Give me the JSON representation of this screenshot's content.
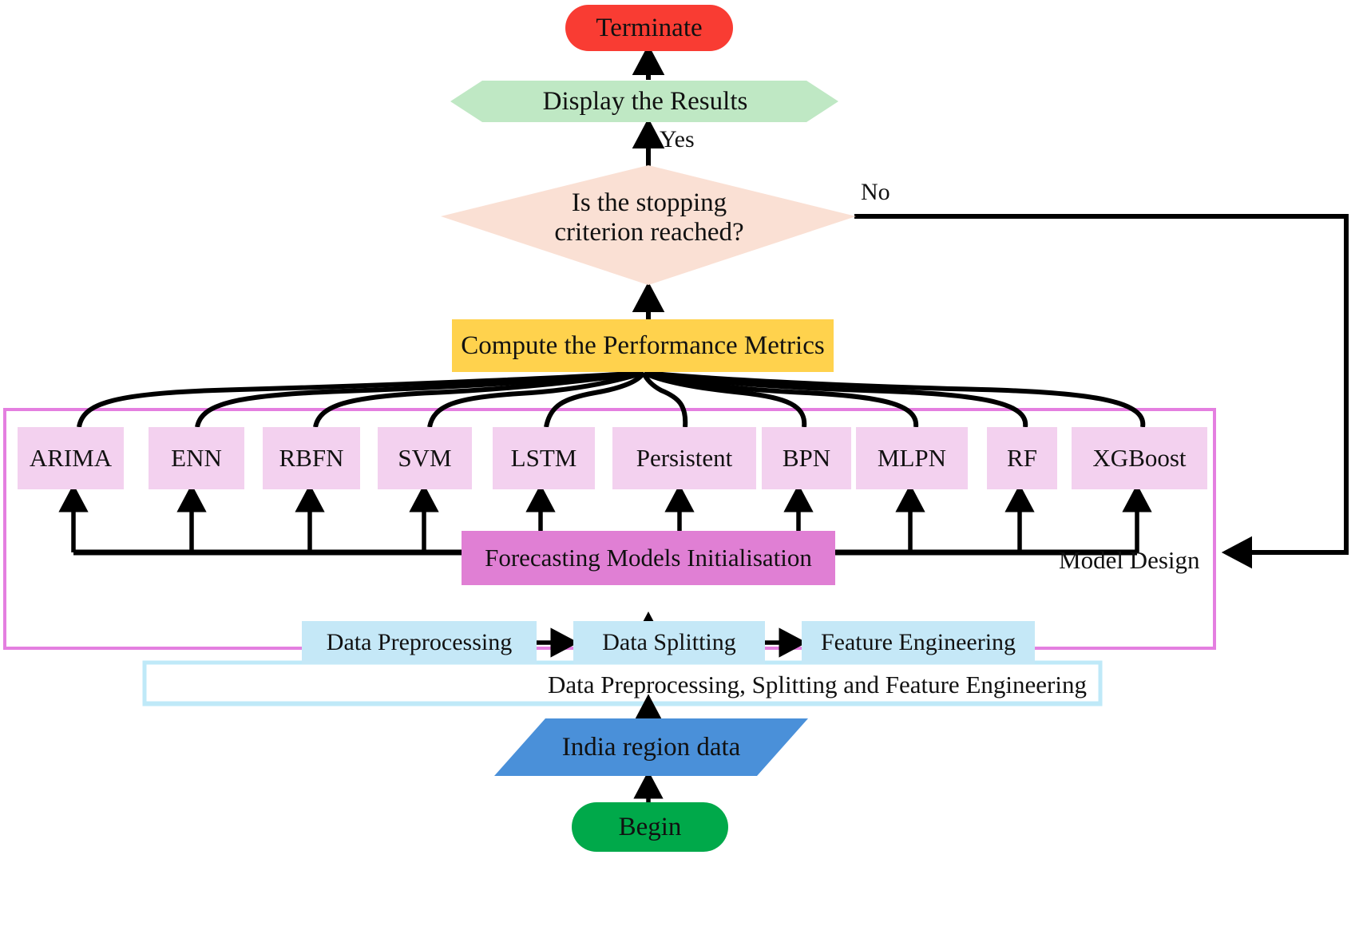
{
  "diagram": {
    "title_present": false,
    "colors": {
      "terminate_fill": "#f93c33",
      "display_fill": "#bfe8c4",
      "decision_fill": "#fae0d4",
      "metrics_fill": "#ffd24d",
      "model_fill": "#f3d1ef",
      "init_fill": "#e07fd4",
      "model_group_border": "#e47fe0",
      "data_fill": "#c5e8f7",
      "data_group_border": "#bfe9f8",
      "parallelogram_fill": "#4a90d9",
      "begin_fill": "#00a94a",
      "edge_color": "#000000"
    },
    "nodes": {
      "terminate": {
        "label": "Terminate",
        "shape": "terminator"
      },
      "display_results": {
        "label": "Display the Results",
        "shape": "hexagon"
      },
      "decision": {
        "label_line1": "Is the stopping",
        "label_line2": "criterion reached?",
        "shape": "diamond"
      },
      "compute_metrics": {
        "label": "Compute the Performance Metrics",
        "shape": "rectangle"
      },
      "forecasting_init": {
        "label": "Forecasting Models Initialisation",
        "shape": "rectangle"
      },
      "india_data": {
        "label": "India region data",
        "shape": "parallelogram"
      },
      "begin": {
        "label": "Begin",
        "shape": "terminator"
      }
    },
    "edge_labels": {
      "yes": "Yes",
      "no": "No"
    },
    "groups": {
      "model_design": {
        "caption": "Model Design"
      },
      "data_pipeline": {
        "caption": "Data Preprocessing, Splitting and Feature Engineering"
      }
    },
    "models": [
      {
        "label": "ARIMA"
      },
      {
        "label": "ENN"
      },
      {
        "label": "RBFN"
      },
      {
        "label": "SVM"
      },
      {
        "label": "LSTM"
      },
      {
        "label": "Persistent"
      },
      {
        "label": "BPN"
      },
      {
        "label": "MLPN"
      },
      {
        "label": "RF"
      },
      {
        "label": "XGBoost"
      }
    ],
    "data_steps": [
      {
        "label": "Data Preprocessing"
      },
      {
        "label": "Data Splitting"
      },
      {
        "label": "Feature Engineering"
      }
    ]
  }
}
